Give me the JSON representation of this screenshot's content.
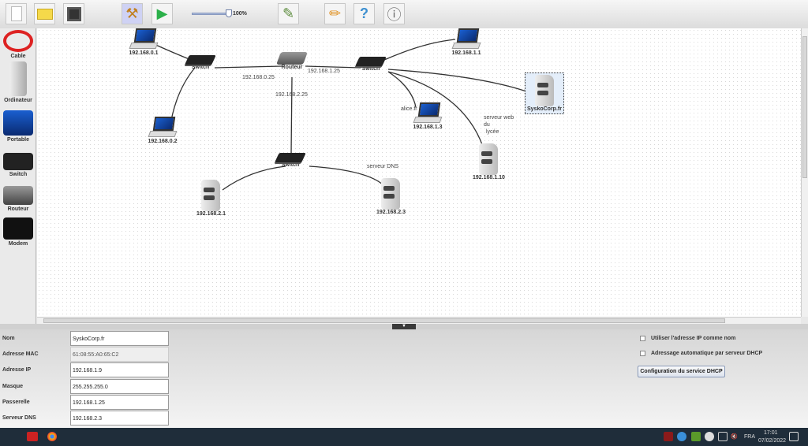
{
  "toolbar": {
    "zoom": "100%",
    "buttons": [
      "new",
      "open",
      "save",
      "design-mode",
      "simulation-mode",
      "wizard",
      "edit",
      "help",
      "about"
    ]
  },
  "sidebar": {
    "items": [
      {
        "label": "Cable"
      },
      {
        "label": "Ordinateur"
      },
      {
        "label": "Portable"
      },
      {
        "label": "Switch"
      },
      {
        "label": "Routeur"
      },
      {
        "label": "Modem"
      }
    ]
  },
  "network": {
    "nodes": {
      "laptop_01": "192.168.0.1",
      "laptop_02": "192.168.0.2",
      "switch_a": "Switch",
      "router": "Routeur",
      "switch_b": "Switch",
      "switch_c": "Switch",
      "laptop_11": "192.168.1.1",
      "laptop_13": "192.168.1.3",
      "server_110": "192.168.1.10",
      "server_sysko": "SyskoCorp.fr",
      "server_21": "192.168.2.1",
      "server_23": "192.168.2.3"
    },
    "labels": {
      "r0": "192.168.0.25",
      "r1": "192.168.1.25",
      "r2": "192.168.2.25",
      "alice": "alice.fr",
      "web1": "serveur web",
      "web2": "du",
      "web3": "lycée",
      "dns": "serveur DNS"
    }
  },
  "properties": {
    "fields": [
      {
        "label": "Nom",
        "value": "SyskoCorp.fr"
      },
      {
        "label": "Adresse MAC",
        "value": "61:08:55:A0:65:C2"
      },
      {
        "label": "Adresse IP",
        "value": "192.168.1.9"
      },
      {
        "label": "Masque",
        "value": "255.255.255.0"
      },
      {
        "label": "Passerelle",
        "value": "192.168.1.25"
      },
      {
        "label": "Serveur DNS",
        "value": "192.168.2.3"
      }
    ],
    "use_ip_as_name": "Utiliser l'adresse IP comme nom",
    "dhcp_auto": "Adressage automatique par serveur DHCP",
    "dhcp_button": "Configuration du service DHCP"
  },
  "taskbar": {
    "lang": "FRA",
    "time": "17:01",
    "date": "07/02/2022"
  }
}
